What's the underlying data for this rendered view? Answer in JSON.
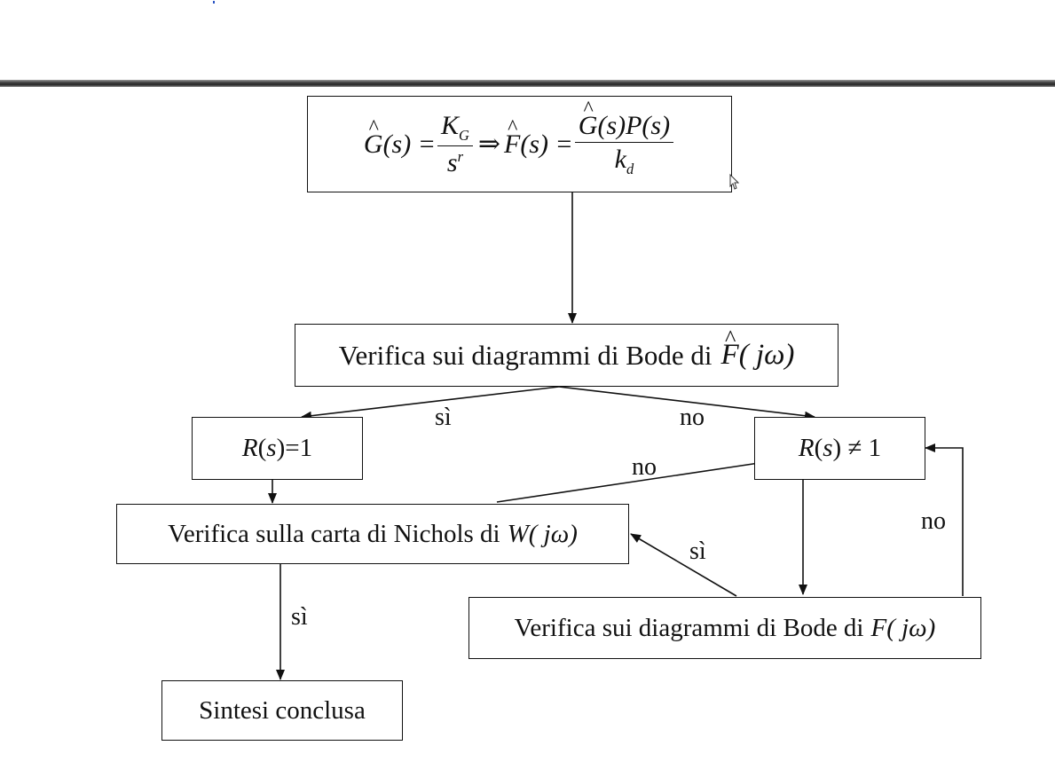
{
  "formula": {
    "lhs1": "G(s) =",
    "num1": "K",
    "num1_sub": "G",
    "den1": "s",
    "den1_sup": "r",
    "implies": "⇒",
    "lhs2": "F(s) =",
    "num2": "G(s)P(s)",
    "den2": "k",
    "den2_sub": "d"
  },
  "nodes": {
    "bode_check_hat": {
      "text": "Verifica sui diagrammi di Bode di",
      "math": "F( jω)"
    },
    "r_equals_1": {
      "var": "R",
      "arg": "(s)",
      "rest": "=1"
    },
    "r_not_1": {
      "var": "R",
      "arg": "(s)",
      "rest": " ≠ 1"
    },
    "nichols_check": {
      "text": "Verifica sulla carta di Nichols di",
      "math": "W( jω)"
    },
    "bode_check_f": {
      "text": "Verifica sui diagrammi di Bode di",
      "math": "F( jω)"
    },
    "done": {
      "text": "Sintesi conclusa"
    }
  },
  "edge_labels": {
    "bode_yes": "sì",
    "bode_no": "no",
    "nichols_no": "no",
    "bodef_no": "no",
    "bodef_yes": "sì",
    "nichols_yes": "sì"
  }
}
